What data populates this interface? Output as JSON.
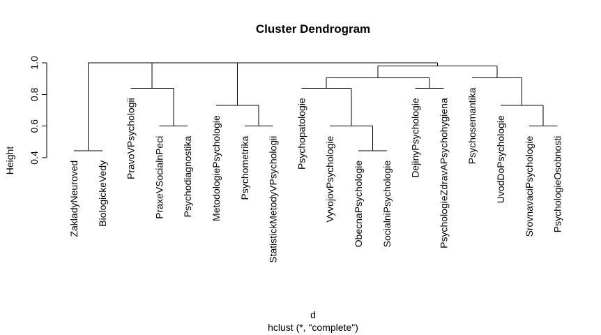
{
  "chart_data": {
    "type": "dendrogram",
    "title": "Cluster Dendrogram",
    "xlabel": "d",
    "sub": "hclust (*, \"complete\")",
    "ylabel": "Height",
    "yticks": [
      0.4,
      0.6,
      0.8,
      1.0
    ],
    "ylim": [
      0.4,
      1.0
    ],
    "labels": [
      "ZakladyNeuroved",
      "BiologickeVedy",
      "PravoVPsychologii",
      "PraxeVSocialnPeci",
      "Psychodiagnostika",
      "MetodologiePsychologie",
      "Psychometrika",
      "StatistickMetodyVPsychologii",
      "Psychopatologie",
      "VyvojovPsychologie",
      "ObecnaPsychologie",
      "SocialniPsychologie",
      "DejinyPsychologie",
      "PsychologieZdravAPsychohygiena",
      "Psychosemantika",
      "UvodDoPsychologie",
      "SrovnavaciPsychologie",
      "PsychologieOsobnosti"
    ],
    "leaf_heights": [
      0.445,
      0.445,
      0.84,
      0.6,
      0.6,
      0.73,
      0.6,
      0.6,
      0.84,
      0.6,
      0.445,
      0.445,
      0.84,
      0.84,
      0.905,
      0.73,
      0.6,
      0.6
    ],
    "merges": [
      {
        "left": "L1",
        "right": "L2",
        "height": 0.445
      },
      {
        "left": "L4",
        "right": "L5",
        "height": 0.6
      },
      {
        "left": "L3",
        "right": "N2",
        "height": 0.84
      },
      {
        "left": "L7",
        "right": "L8",
        "height": 0.6
      },
      {
        "left": "L6",
        "right": "N4",
        "height": 0.73
      },
      {
        "left": "L11",
        "right": "L12",
        "height": 0.445
      },
      {
        "left": "L10",
        "right": "N6",
        "height": 0.6
      },
      {
        "left": "L9",
        "right": "N7",
        "height": 0.84
      },
      {
        "left": "L13",
        "right": "L14",
        "height": 0.84
      },
      {
        "left": "N8",
        "right": "N9",
        "height": 0.905
      },
      {
        "left": "L17",
        "right": "L18",
        "height": 0.6
      },
      {
        "left": "L16",
        "right": "N11",
        "height": 0.73
      },
      {
        "left": "L15",
        "right": "N12",
        "height": 0.905
      },
      {
        "left": "N10",
        "right": "N13",
        "height": 0.98
      },
      {
        "left": "N1",
        "right": "N3",
        "height": 1.0
      },
      {
        "left": "N15",
        "right": "N5",
        "height": 1.0
      },
      {
        "left": "N16",
        "right": "N14",
        "height": 1.0
      }
    ]
  }
}
